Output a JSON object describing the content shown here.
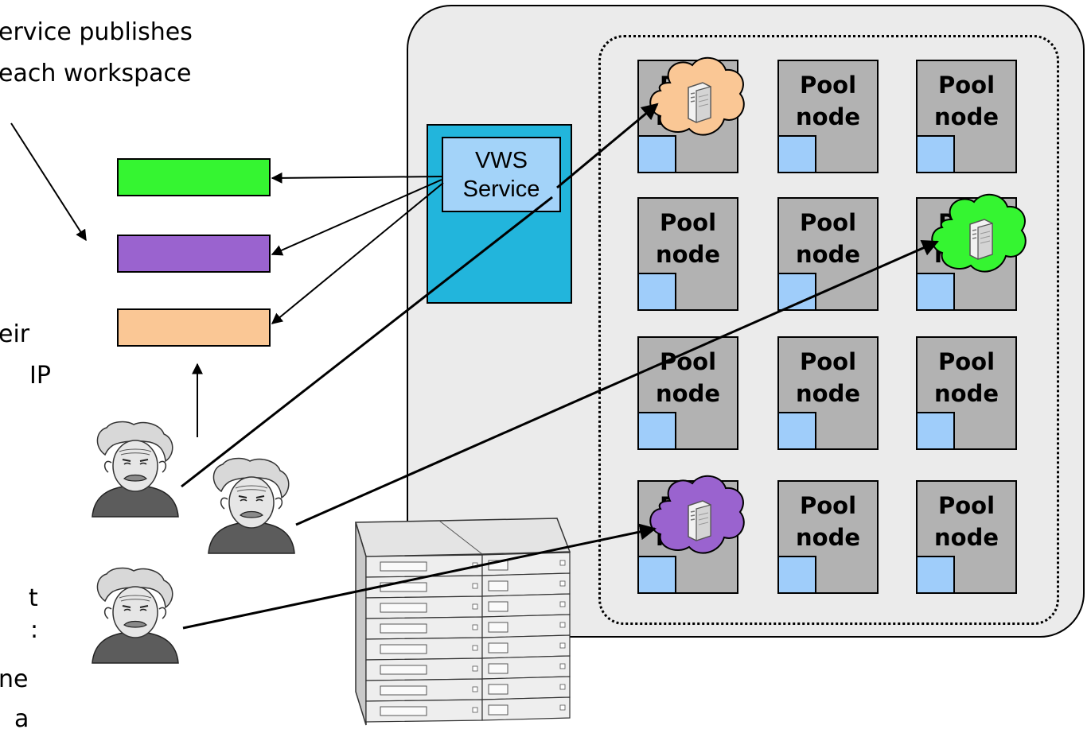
{
  "caption_top": {
    "line1": "ervice publishes",
    "line2": "each workspace"
  },
  "caption_mid": {
    "line1": "eir",
    "line2": "IP"
  },
  "caption_bottom": {
    "line1": "t",
    "line2": ":",
    "line3": "ne",
    "line4": "a"
  },
  "vws_service": {
    "label": "VWS\nService"
  },
  "pool_node_label": "Pool\nnode",
  "workspaces": [
    {
      "name": "green",
      "color": "#35f531"
    },
    {
      "name": "purple",
      "color": "#9a63cf"
    },
    {
      "name": "orange",
      "color": "#fac795"
    }
  ],
  "colors": {
    "panel": "#ebebeb",
    "pool_node": "#b2b2b2",
    "node_chip": "#9fcdfa",
    "vws_box": "#22b5dc",
    "vws_service": "#a3d3f9"
  },
  "icons": {
    "user": "einstein-portrait-icon",
    "server_rack": "server-rack-icon",
    "vm": "vm-cloud-server-icon"
  }
}
